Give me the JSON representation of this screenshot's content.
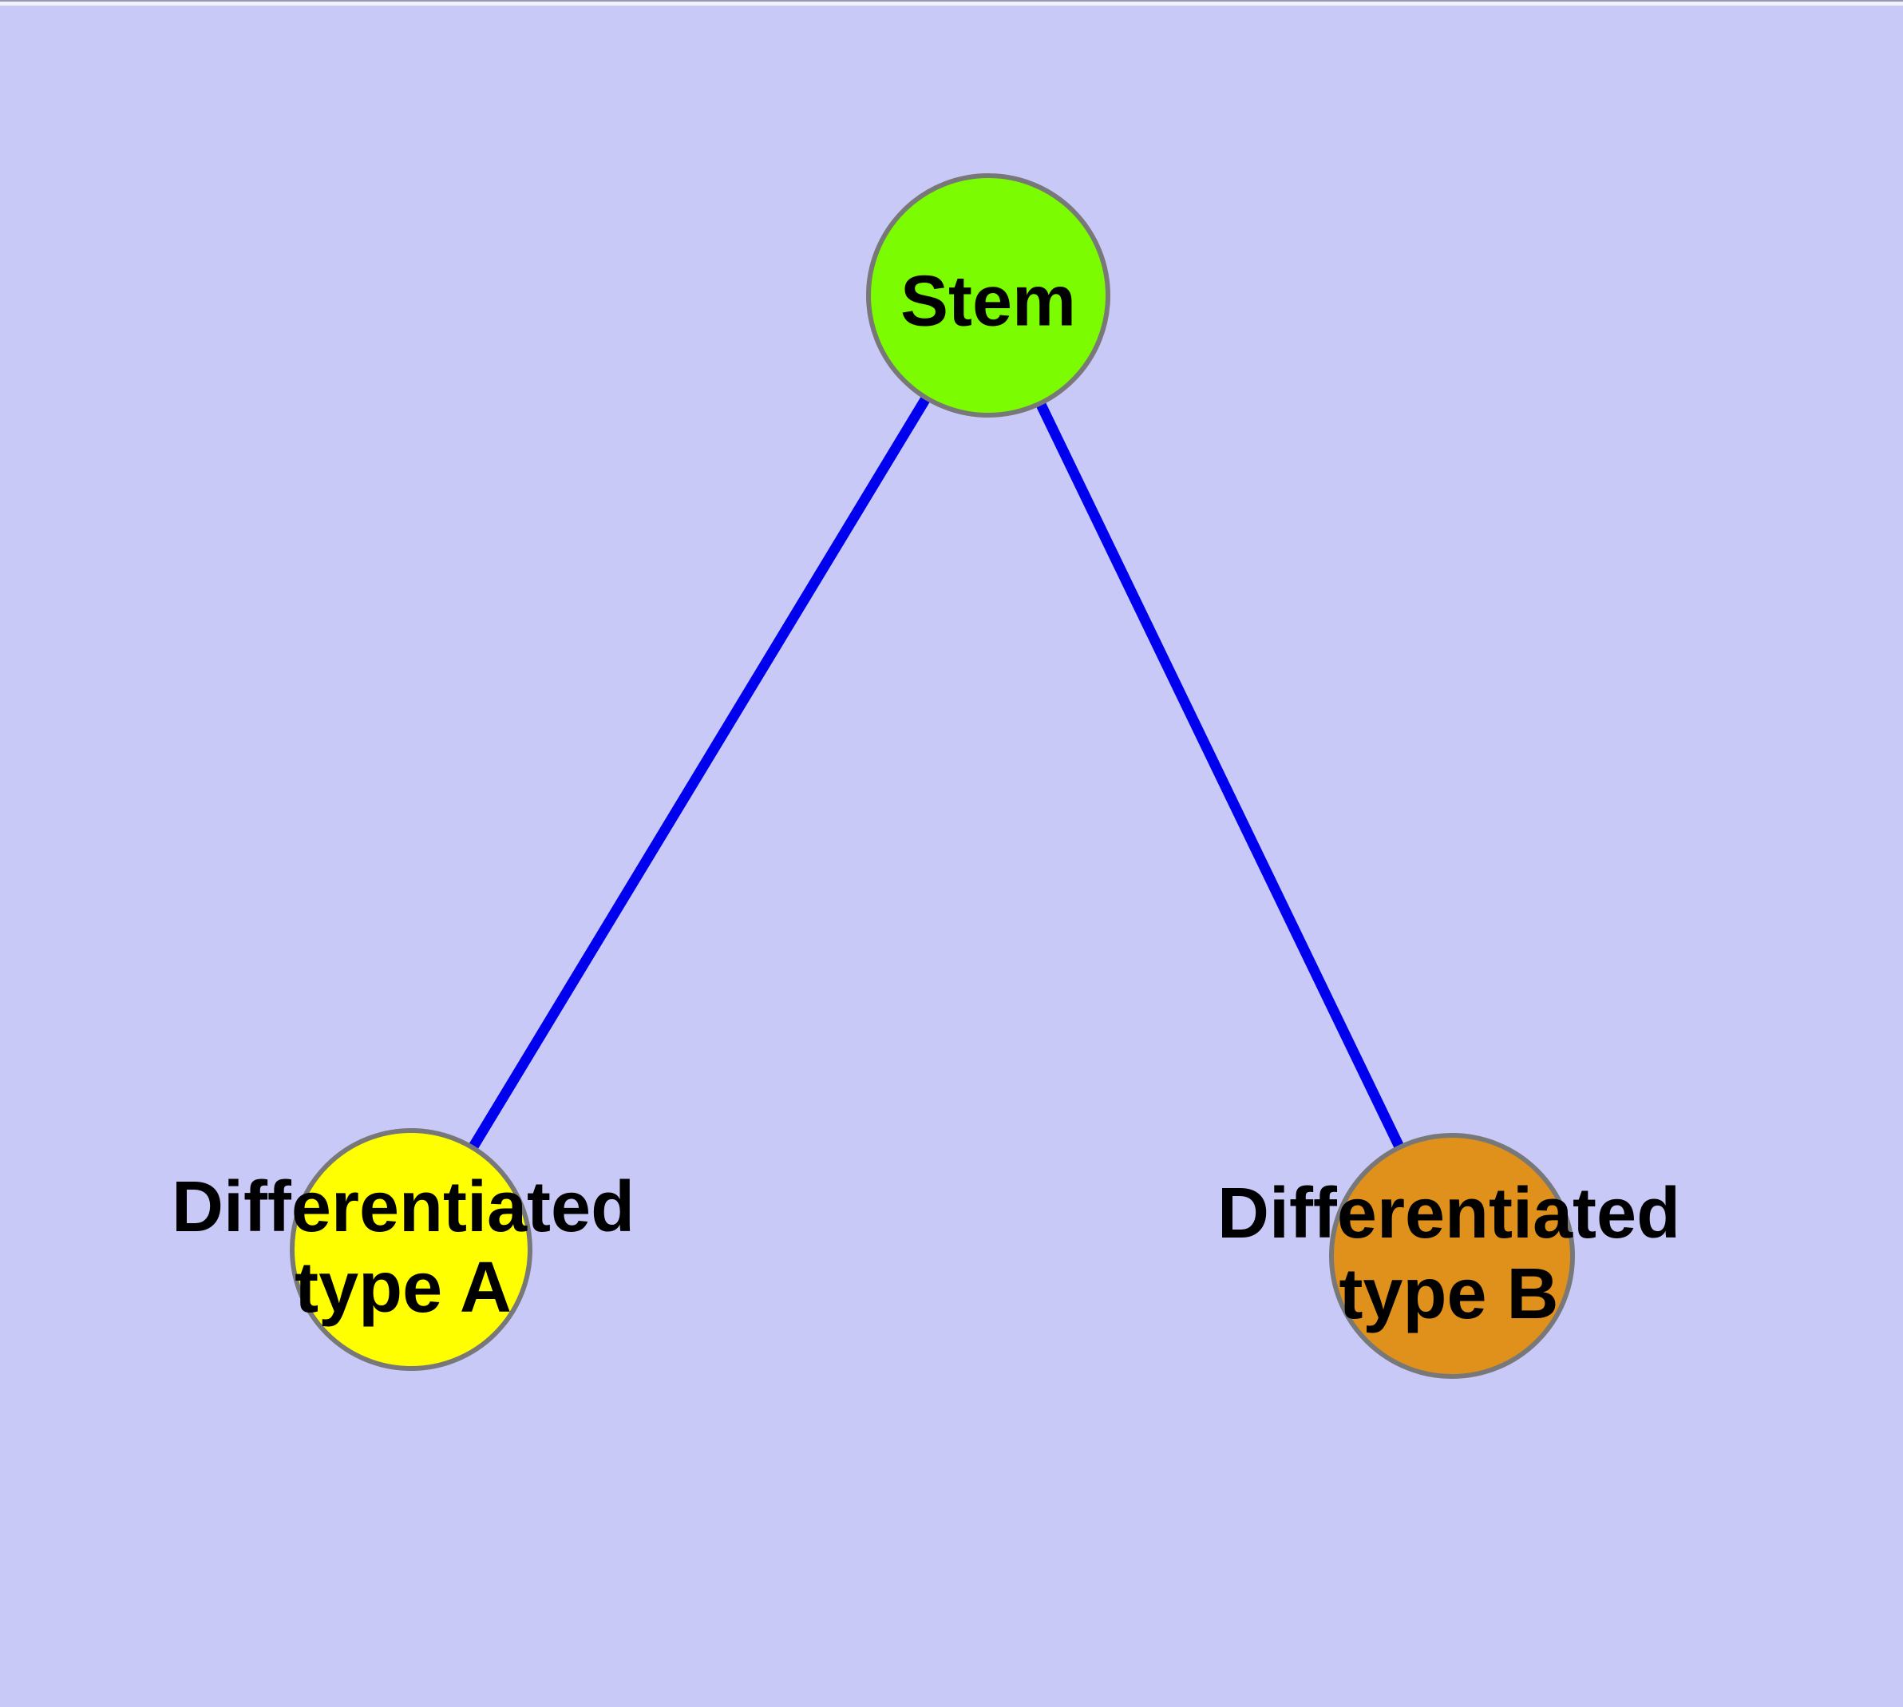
{
  "diagram": {
    "type": "graph",
    "description": "Stem cell differentiation tree: one stem node connected to two differentiated cell-type nodes",
    "background_color": "#c9c9f8",
    "edge_color": "#0000ee",
    "node_border_color": "#787878",
    "label_color": "#000000",
    "nodes": [
      {
        "id": "stem",
        "label": "Stem",
        "color": "#7cfc00"
      },
      {
        "id": "differentiated-type-a",
        "label_line1": "Differentiated",
        "label_line2": "type A",
        "color": "#ffff00"
      },
      {
        "id": "differentiated-type-b",
        "label_line1": "Differentiated",
        "label_line2": "type B",
        "color": "#e0911c"
      }
    ],
    "edges": [
      {
        "from": "Stem",
        "to": "Differentiated type A"
      },
      {
        "from": "Stem",
        "to": "Differentiated type B"
      }
    ]
  }
}
